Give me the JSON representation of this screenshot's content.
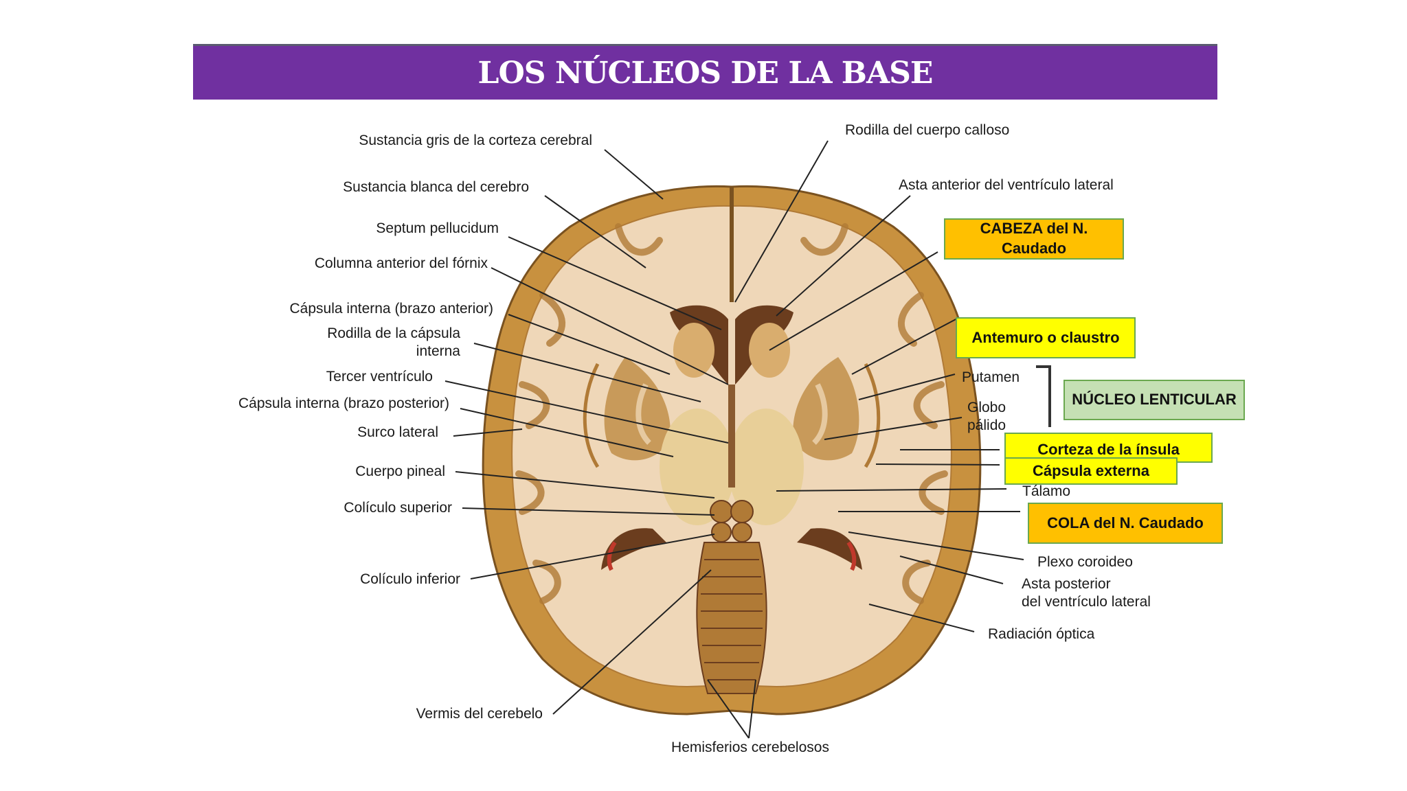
{
  "title": "LOS NÚCLEOS DE LA BASE",
  "colors": {
    "title_bar": "#7030a0",
    "orange_box": "#ffc000",
    "yellow_box": "#ffff00",
    "green_box": "#c5e0b4",
    "cortex": "#c8913f",
    "white_matter": "#efd7b8",
    "nuclei": "#d9ad6e",
    "ventricle": "#6b3d1e"
  },
  "labels_left": {
    "sustancia_gris": "Sustancia gris de la corteza cerebral",
    "sustancia_blanca": "Sustancia blanca del cerebro",
    "septum": "Septum pellucidum",
    "columna_fornix": "Columna anterior del fórnix",
    "capsula_anterior": "Cápsula interna (brazo anterior)",
    "rodilla_capsula_1": "Rodilla de la cápsula",
    "rodilla_capsula_2": "interna",
    "tercer_ventriculo": "Tercer ventrículo",
    "capsula_posterior": "Cápsula interna (brazo posterior)",
    "surco_lateral": "Surco lateral",
    "cuerpo_pineal": "Cuerpo pineal",
    "coliculo_superior": "Colículo superior",
    "coliculo_inferior": "Colículo inferior",
    "vermis": "Vermis del cerebelo"
  },
  "labels_right": {
    "rodilla_calloso": "Rodilla del cuerpo calloso",
    "asta_anterior": "Asta anterior del ventrículo lateral",
    "putamen": "Putamen",
    "globo_1": "Globo",
    "globo_2": "pálido",
    "talamo": "Tálamo",
    "plexo": "Plexo coroideo",
    "asta_posterior_1": "Asta posterior",
    "asta_posterior_2": "del ventrículo lateral",
    "radiacion": "Radiación óptica"
  },
  "label_bottom": "Hemisferios cerebelosos",
  "boxes": {
    "cabeza": "CABEZA del N. Caudado",
    "antemuro": "Antemuro o claustro",
    "lenticular": "NÚCLEO LENTICULAR",
    "insula": "Corteza de la ínsula",
    "capsula_externa": "Cápsula externa",
    "cola": "COLA del N. Caudado"
  }
}
